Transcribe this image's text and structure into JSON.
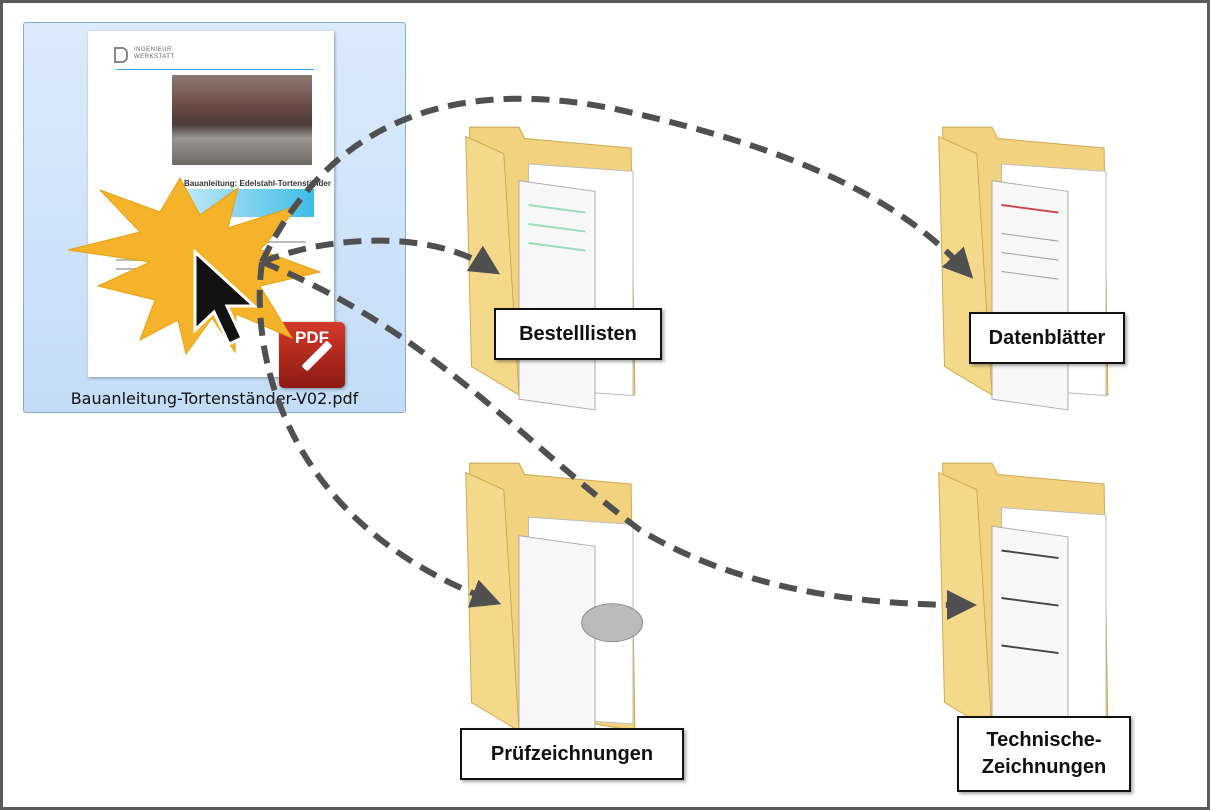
{
  "file": {
    "name": "Bauanleitung-Tortenständer-V02.pdf",
    "icon": "pdf-icon",
    "badge_text": "PDF",
    "doc_logo_line1": "INGENIEUR",
    "doc_logo_line2": "WERKSTATT",
    "doc_heading": "Bauanleitung: Edelstahl-Tortenständer"
  },
  "folders": [
    {
      "label": "Bestelllisten",
      "icon": "folder-icon"
    },
    {
      "label": "Datenblätter",
      "icon": "folder-icon"
    },
    {
      "label": "Prüfzeichnungen",
      "icon": "folder-icon"
    },
    {
      "label": "Technische-\nZeichnungen",
      "icon": "folder-icon"
    }
  ],
  "colors": {
    "selection_bg": "#c4dcf7",
    "folder_yellow": "#f5d98a",
    "arrow": "#505050",
    "burst": "#f4b32a",
    "pdf_red": "#c0281c"
  }
}
